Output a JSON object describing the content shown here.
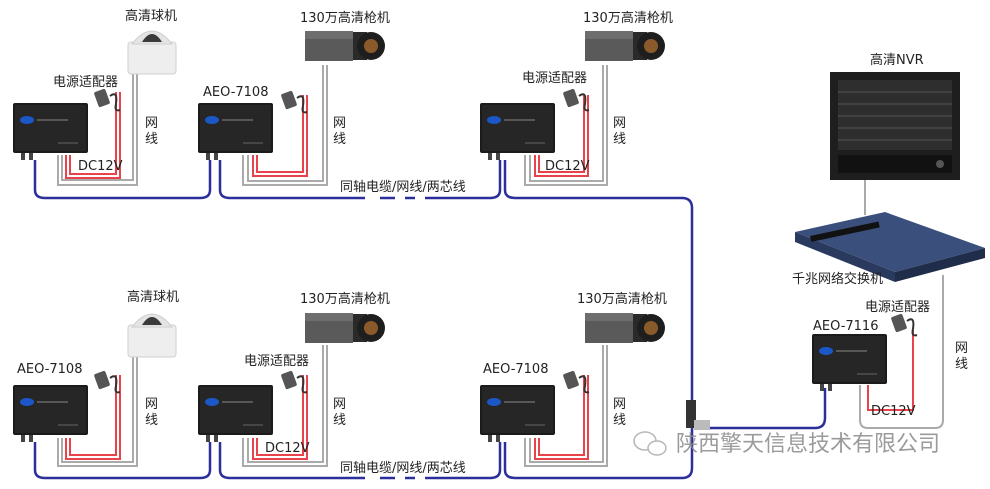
{
  "labels": {
    "dome_camera": "高清球机",
    "bullet_camera": "130万高清枪机",
    "power_adapter": "电源适配器",
    "model_7108": "AEO-7108",
    "model_7116": "AEO-7116",
    "network_cable_1": "网",
    "network_cable_2": "线",
    "dc": "DC12V",
    "cable_types": "同轴电缆/网线/两芯线",
    "nvr": "高清NVR",
    "switch": "千兆网络交换机",
    "watermark": "陕西擎天信息技术有限公司"
  },
  "colors": {
    "coax": "#2b2f9a",
    "power": "#e8434a",
    "network": "#aaaaaa",
    "device": "#1b1b1b"
  }
}
